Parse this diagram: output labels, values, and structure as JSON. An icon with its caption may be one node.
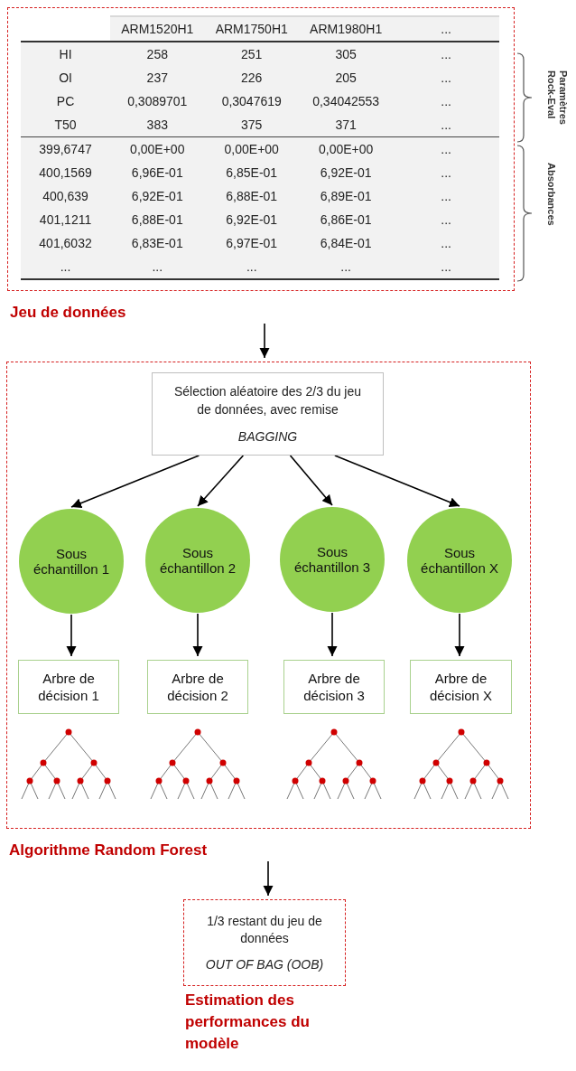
{
  "diagram": {
    "nodes": [
      {
        "text": [
          "Jeu de données"
        ]
      },
      {
        "text": [
          "Algorithme Random Forest"
        ]
      },
      {
        "text": [
          "Sélection aléatoire des 2/3 du jeu de données, avec remise",
          "BAGGING"
        ],
        "in": 1
      },
      {
        "text": [
          "Sous échantillon 1"
        ],
        "in": 1
      },
      {
        "text": [
          "Sous échantillon 2"
        ],
        "in": 1
      },
      {
        "text": [
          "Sous échantillon 3"
        ],
        "in": 1
      },
      {
        "text": [
          "Sous échantillon X"
        ],
        "in": 1
      },
      {
        "text": [
          "Arbre de décision 1"
        ],
        "in": 1
      },
      {
        "text": [
          "Arbre de décision 2"
        ],
        "in": 1
      },
      {
        "text": [
          "Arbre de décision 3"
        ],
        "in": 1
      },
      {
        "text": [
          "Arbre de décision X"
        ],
        "in": 1
      },
      {
        "text": [
          "1/3 restant du jeu de données",
          "OUT OF BAG (OOB)",
          "Estimation des performances du modèle"
        ]
      }
    ],
    "edges": [
      {
        "from": 0,
        "to": 1,
        "arrow": "to"
      },
      {
        "from": 2,
        "to": 3,
        "arrow": "to"
      },
      {
        "from": 2,
        "to": 4,
        "arrow": "to"
      },
      {
        "from": 2,
        "to": 5,
        "arrow": "to"
      },
      {
        "from": 2,
        "to": 6,
        "arrow": "to"
      },
      {
        "from": 3,
        "to": 7,
        "arrow": "to"
      },
      {
        "from": 4,
        "to": 8,
        "arrow": "to"
      },
      {
        "from": 5,
        "to": 9,
        "arrow": "to"
      },
      {
        "from": 6,
        "to": 10,
        "arrow": "to"
      },
      {
        "from": 1,
        "to": 11,
        "arrow": "to"
      }
    ],
    "labels": [
      "ARM1520H1",
      "ARM1750H1",
      "ARM1980H1",
      "...",
      "HI",
      "258",
      "251",
      "305",
      "...",
      "OI",
      "237",
      "226",
      "205",
      "...",
      "PC",
      "0,3089701",
      "0,3047619",
      "0,34042553",
      "...",
      "T50",
      "383",
      "375",
      "371",
      "...",
      "399,6747",
      "0,00E+00",
      "0,00E+00",
      "0,00E+00",
      "...",
      "400,1569",
      "6,96E-01",
      "6,85E-01",
      "6,92E-01",
      "...",
      "400,639",
      "6,92E-01",
      "6,88E-01",
      "6,89E-01",
      "...",
      "401,1211",
      "6,88E-01",
      "6,92E-01",
      "6,86E-01",
      "...",
      "401,6032",
      "6,83E-01",
      "6,97E-01",
      "6,84E-01",
      "...",
      "...",
      "...",
      "...",
      "...",
      "...",
      "Paramètres Rock-Eval",
      "Absorbances"
    ]
  }
}
